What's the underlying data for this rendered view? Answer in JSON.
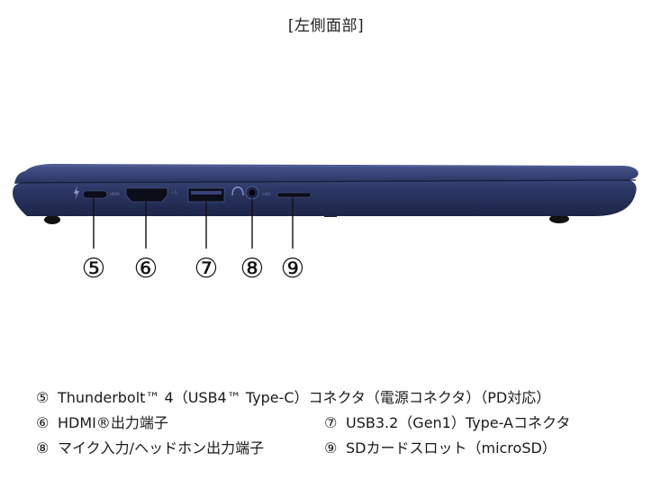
{
  "title": "[左側面部]",
  "callouts": [
    "⑤",
    "⑥",
    "⑦",
    "⑧",
    "⑨"
  ],
  "ports": [
    {
      "num": "⑤",
      "label": "Thunderbolt™ 4（USB4™ Type-C）コネクタ（電源コネクタ）（PD対応）"
    },
    {
      "num": "⑥",
      "label": "HDMI®出力端子"
    },
    {
      "num": "⑦",
      "label": "USB3.2（Gen1）Type-Aコネクタ"
    },
    {
      "num": "⑧",
      "label": "マイク入力/ヘッドホン出力端子"
    },
    {
      "num": "⑨",
      "label": "SDカードスロット（microSD）"
    }
  ],
  "colors": {
    "chassis": "#2b3560",
    "chassis_dark": "#1c2446",
    "port_dark": "#0b0d18",
    "text": "#1a1a1a"
  }
}
